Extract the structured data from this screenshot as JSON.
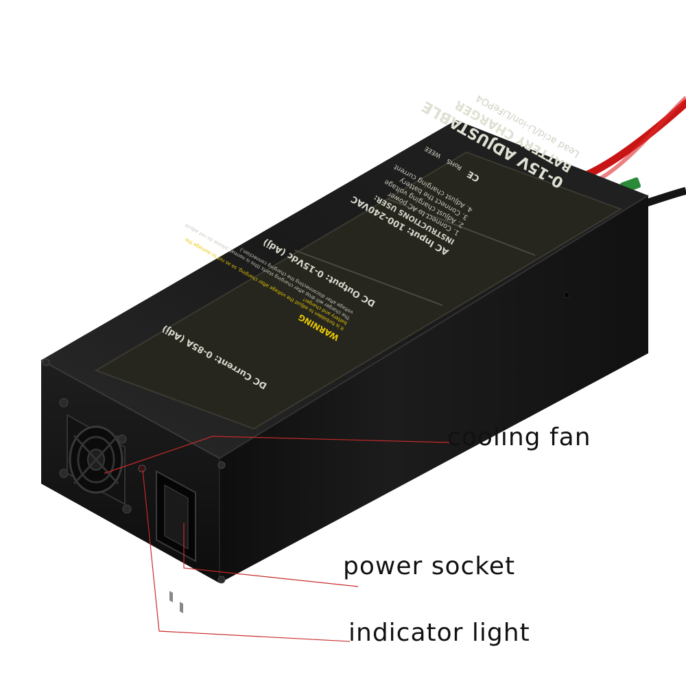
{
  "product": {
    "title_line1": "0-15V ADJUSTABLE",
    "title_line2": "BATTERY CHARGER",
    "chemistry": "Lead acid/Li-ion/LiFePO4",
    "ac_input": "AC Input: 100-240VAC",
    "instructions_title": "INSTRUCTIONS USER:",
    "instructions": [
      "1. Connect to AC power",
      "2. Adjust charging voltage",
      "3. Connect the battery",
      "4. Adjust charging current"
    ],
    "dc_output": "DC Output: 0-15Vdc (Adj)",
    "dc_current": "DC Current: 0-85A (Adj)",
    "warning_title": "WARNING",
    "warning_lines": [
      "It is forbidden to adjust the voltage after charging, so as not to damage the",
      "battery and charger!",
      "The charger will drop after charging starts (this is normal, please do not adjust",
      "voltage after disconnecting the charging connection.)"
    ],
    "cert_marks": [
      "CE",
      "RoHS",
      "WEEE"
    ]
  },
  "callouts": {
    "cooling_fan": "cooling fan",
    "power_socket": "power socket",
    "indicator_light": "indicator light"
  },
  "colors": {
    "body": "#1c1c1c",
    "label_bg": "#2a2a24",
    "label_text": "#d8d8cc",
    "warning": "#e8c800",
    "cable_red": "#d01818",
    "cable_black": "#161616",
    "leader_line": "#c82a2a"
  }
}
